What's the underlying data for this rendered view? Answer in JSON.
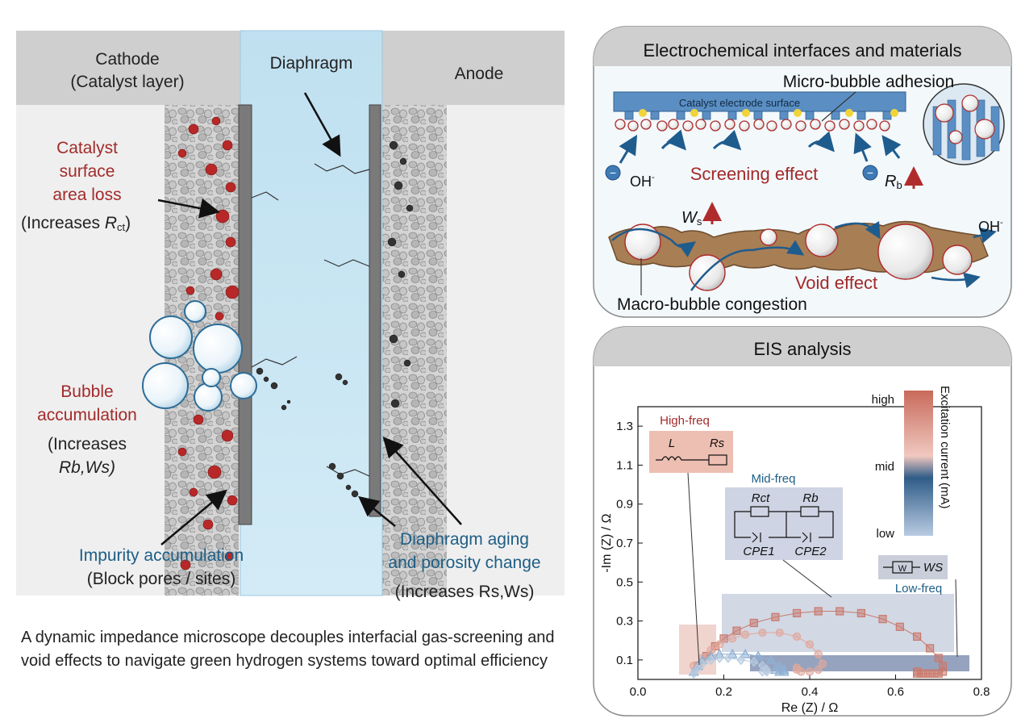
{
  "left_panel": {
    "cathode_title": [
      "Cathode",
      "(Catalyst layer)"
    ],
    "diaphragm_title": "Diaphragm",
    "anode_title": "Anode",
    "catalyst_loss": {
      "lines": [
        "Catalyst",
        "surface",
        "area loss"
      ],
      "effect_pre": "(Increases ",
      "effect_var": "R",
      "effect_sub": "ct",
      "effect_post": ")"
    },
    "bubble_accum": {
      "lines": [
        "Bubble",
        "accumulation"
      ],
      "effect_line1": "(Increases",
      "effect_line2": "Rb,Ws)"
    },
    "impurity": {
      "title": "Impurity accumulation",
      "effect": "(Block pores / sites)"
    },
    "diaphragm_aging": {
      "lines": [
        "Diaphragm aging",
        "and porosity change"
      ],
      "effect": "(Increases Rs,Ws)"
    }
  },
  "caption": "A dynamic impedance microscope decouples interfacial gas-screening and void effects to navigate green hydrogen systems toward optimal efficiency",
  "interfaces_panel": {
    "title": "Electrochemical interfaces and materials",
    "electrode_label": "Catalyst electrode surface",
    "micro_bubble": "Micro-bubble adhesion",
    "screening": "Screening effect",
    "oh_label": "OH",
    "oh_sup": "-",
    "rb_label": "R",
    "rb_sub": "b",
    "ws_label": "W",
    "ws_sub": "s",
    "void": "Void effect",
    "macro_bubble": "Macro-bubble congestion",
    "ion_minus": "−"
  },
  "eis_panel": {
    "title": "EIS analysis",
    "high_freq": "High-freq",
    "mid_freq": "Mid-freq",
    "low_freq": "Low-freq",
    "circuit_L": "L",
    "circuit_Rs": "Rs",
    "circuit_Rct": "Rct",
    "circuit_Rb": "Rb",
    "circuit_CPE1": "CPE1",
    "circuit_CPE2": "CPE2",
    "circuit_W": "W",
    "circuit_Ws": "WS",
    "legend_high": "high",
    "legend_mid": "mid",
    "legend_low": "low",
    "legend_title": "Excitation current (mA)"
  },
  "colors": {
    "red_text": "#a32a2a",
    "blue_text": "#1d5e86",
    "panel_gray": "#cfcfcf",
    "diaphragm": "#bfe0f0",
    "electrode": "#5b8fc4",
    "brown": "#a87e55",
    "bubble_edge": "#c23a3a"
  },
  "chart_data": {
    "type": "scatter",
    "xlabel": "Re (Z) / Ω",
    "ylabel": "-Im (Z) / Ω",
    "xlim": [
      0.0,
      0.8
    ],
    "ylim": [
      0.0,
      1.4
    ],
    "xticks": [
      "0.0",
      "0.2",
      "0.4",
      "0.6",
      "0.8"
    ],
    "yticks": [
      "0.1",
      "0.3",
      "0.5",
      "0.7",
      "0.9",
      "1.1",
      "1.3"
    ],
    "series": [
      {
        "marker": "square",
        "color": "#c97a6e",
        "x": [
          0.14,
          0.16,
          0.18,
          0.2,
          0.23,
          0.27,
          0.32,
          0.37,
          0.42,
          0.47,
          0.52,
          0.57,
          0.61,
          0.65,
          0.68,
          0.7,
          0.71,
          0.71,
          0.7,
          0.69,
          0.68,
          0.67,
          0.66,
          0.65,
          0.65
        ],
        "y": [
          0.07,
          0.12,
          0.17,
          0.21,
          0.25,
          0.29,
          0.32,
          0.34,
          0.35,
          0.35,
          0.34,
          0.31,
          0.27,
          0.22,
          0.16,
          0.11,
          0.07,
          0.04,
          0.03,
          0.03,
          0.03,
          0.03,
          0.03,
          0.03,
          0.04
        ]
      },
      {
        "marker": "circle",
        "color": "#e0a89c",
        "x": [
          0.13,
          0.15,
          0.17,
          0.19,
          0.22,
          0.25,
          0.29,
          0.33,
          0.37,
          0.4,
          0.42,
          0.43,
          0.42,
          0.4,
          0.38,
          0.37,
          0.37
        ],
        "y": [
          0.07,
          0.11,
          0.15,
          0.18,
          0.21,
          0.23,
          0.24,
          0.24,
          0.22,
          0.18,
          0.13,
          0.08,
          0.05,
          0.04,
          0.04,
          0.05,
          0.06
        ]
      },
      {
        "marker": "triangle",
        "color": "#8fb0d2",
        "x": [
          0.13,
          0.14,
          0.15,
          0.17,
          0.19,
          0.22,
          0.25,
          0.28,
          0.31,
          0.33,
          0.34,
          0.34,
          0.33,
          0.32
        ],
        "y": [
          0.04,
          0.07,
          0.1,
          0.12,
          0.13,
          0.13,
          0.13,
          0.12,
          0.1,
          0.07,
          0.05,
          0.04,
          0.04,
          0.05
        ]
      },
      {
        "marker": "diamond",
        "color": "#b8cbe0",
        "x": [
          0.13,
          0.14,
          0.15,
          0.17,
          0.19,
          0.21,
          0.24,
          0.27,
          0.29,
          0.3,
          0.3,
          0.29
        ],
        "y": [
          0.03,
          0.06,
          0.08,
          0.1,
          0.11,
          0.11,
          0.1,
          0.09,
          0.07,
          0.05,
          0.04,
          0.04
        ]
      }
    ]
  }
}
